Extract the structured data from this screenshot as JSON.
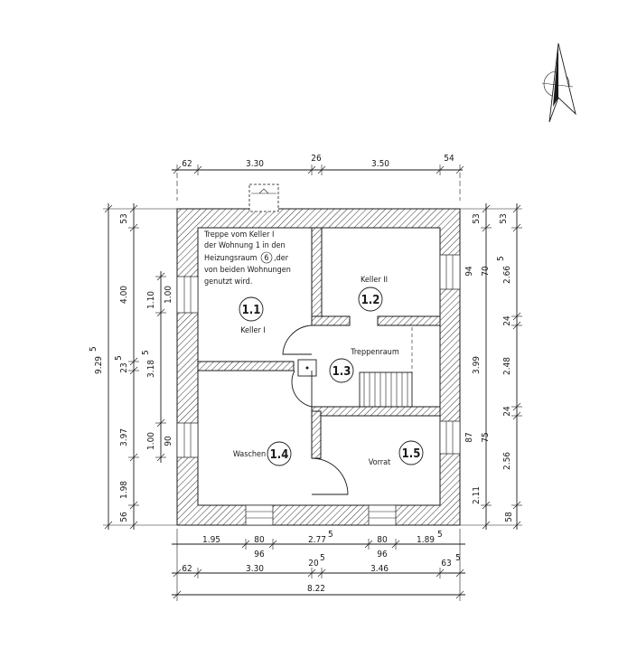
{
  "note": {
    "lines": [
      "Treppe vom Keller I",
      "der Wohnung 1 in den",
      "Heizungsraum",
      ",der",
      "von beiden Wohnungen",
      "genutzt wird."
    ],
    "ref": "6"
  },
  "rooms": {
    "r11": {
      "num": "1.1",
      "name": "Keller I"
    },
    "r12": {
      "num": "1.2",
      "name": "Keller II"
    },
    "r13": {
      "num": "1.3",
      "name": "Treppenraum"
    },
    "r14": {
      "num": "1.4",
      "name": "Waschen"
    },
    "r15": {
      "num": "1.5",
      "name": "Vorrat"
    }
  },
  "dims": {
    "top": [
      "62",
      "3.30",
      "26",
      "3.50",
      "54"
    ],
    "bottom1": [
      "1.95",
      "80",
      "2.77",
      "80",
      "1.89"
    ],
    "bottom1_sup": [
      "5",
      "5"
    ],
    "bottom1_sub": [
      "96",
      "96"
    ],
    "bottom2": [
      "62",
      "3.30",
      "20",
      "3.46",
      "63"
    ],
    "bottom2_sup": [
      "5",
      "5"
    ],
    "total": "8.22",
    "left_outer": "9.29",
    "left_outer_sup": "5",
    "left_mid": [
      "53",
      "4.00",
      "23",
      "3.97",
      "1.98",
      "56"
    ],
    "left_mid_sup": "5",
    "left_inner": [
      "1.10",
      "1.00",
      "3.18",
      "1.00",
      "90"
    ],
    "left_inner_sup": "5",
    "right_inner": [
      "53",
      "94",
      "70",
      "3.99",
      "87",
      "75",
      "2.11",
      "58"
    ],
    "right_outer": [
      "2.66",
      "24",
      "2.48",
      "24",
      "2.56"
    ],
    "right_outer_sup": "5"
  }
}
